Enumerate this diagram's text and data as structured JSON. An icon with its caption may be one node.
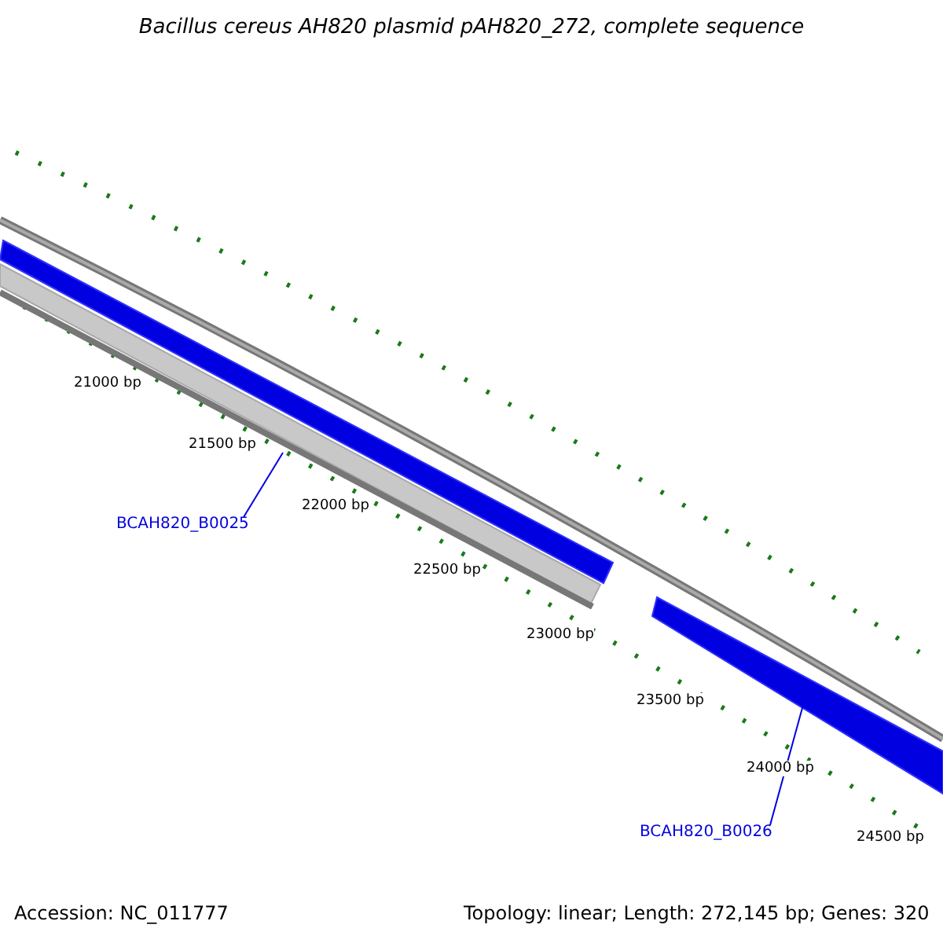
{
  "diagram": {
    "title": "Bacillus cereus AH820 plasmid pAH820_272, complete sequence",
    "nodes": [
      {
        "text": [
          "BCAH820_B0025"
        ]
      },
      {
        "text": [],
        "shape": "bar"
      },
      {
        "text": [
          "BCAH820_B0026"
        ]
      },
      {
        "text": [],
        "shape": "bar"
      }
    ],
    "edges": [
      {
        "from": 0,
        "to": 1,
        "arrow": "none"
      },
      {
        "from": 2,
        "to": 3,
        "arrow": "none"
      }
    ],
    "labels": [
      "21000 bp",
      "21500 bp",
      "22000 bp",
      "22500 bp",
      "23000 bp",
      "23500 bp",
      "24000 bp",
      "24500 bp",
      "Accession: NC_011777",
      "Topology: linear; Length: 272,145 bp; Genes: 320"
    ]
  }
}
